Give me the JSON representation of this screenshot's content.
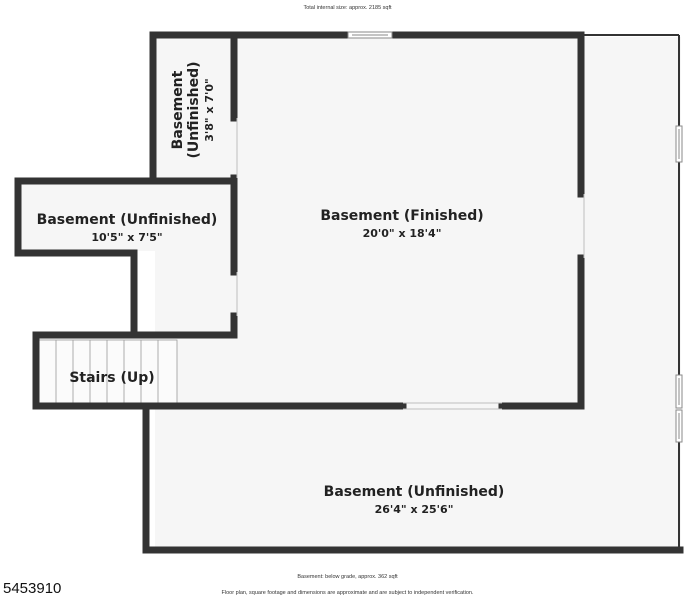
{
  "header": {
    "total_size": "Total internal size: approx. 2185 sqft"
  },
  "rooms": {
    "small_unfinished": {
      "name_line1": "Basement",
      "name_line2": "(Unfinished)",
      "dims": "3'8\" x 7'0\""
    },
    "left_unfinished": {
      "name": "Basement (Unfinished)",
      "dims": "10'5\" x 7'5\""
    },
    "finished": {
      "name": "Basement (Finished)",
      "dims": "20'0\" x 18'4\""
    },
    "stairs": {
      "name": "Stairs (Up)"
    },
    "large_unfinished": {
      "name": "Basement (Unfinished)",
      "dims": "26'4\" x 25'6\""
    }
  },
  "footer": {
    "level_note": "Basement: below grade, approx. 362 sqft",
    "disclaimer": "Floor plan, square footage and dimensions are approximate and are subject to independent verification."
  },
  "listing_id": "5453910"
}
